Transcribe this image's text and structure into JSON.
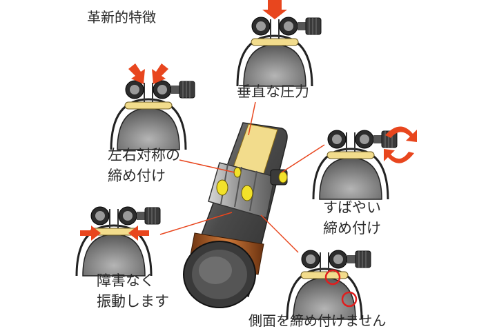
{
  "title": "革新的特徴",
  "features": {
    "vertical": "垂直な圧力",
    "symmetric": [
      "左右対称の",
      "締め付け"
    ],
    "quick": [
      "すばやい",
      "締め付け"
    ],
    "no_obstruction": [
      "障害なく",
      "振動します"
    ],
    "no_side": "側面を締め付けません"
  },
  "colors": {
    "arrow": "#e8461e",
    "reed": "#f2dc8c",
    "screw": "#f2e22a",
    "ligature": "#3a3a3a",
    "mouthpiece_shade": "#8a8a8a",
    "ring": "#b8602a",
    "circle_mark": "#e01e1e"
  }
}
